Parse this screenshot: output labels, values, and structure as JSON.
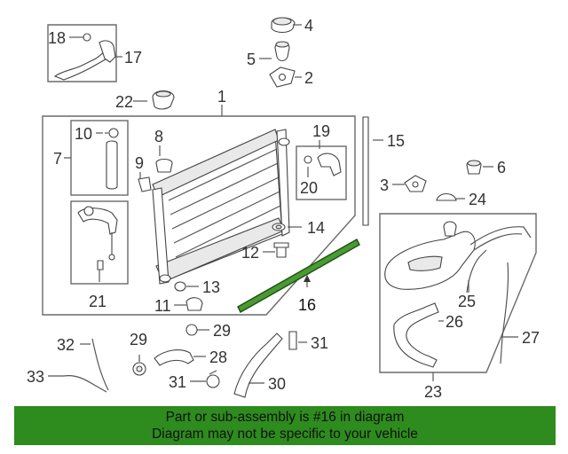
{
  "callouts": {
    "c1": "1",
    "c2": "2",
    "c3": "3",
    "c4": "4",
    "c5": "5",
    "c6": "6",
    "c7": "7",
    "c8": "8",
    "c9": "9",
    "c10": "10",
    "c11": "11",
    "c12": "12",
    "c13": "13",
    "c14": "14",
    "c15": "15",
    "c16": "16",
    "c17": "17",
    "c18": "18",
    "c19": "19",
    "c20": "20",
    "c21": "21",
    "c22": "22",
    "c23": "23",
    "c24": "24",
    "c25": "25",
    "c26": "26",
    "c27": "27",
    "c28": "28",
    "c29a": "29",
    "c29b": "29",
    "c30": "30",
    "c31a": "31",
    "c31b": "31",
    "c32": "32",
    "c33": "33"
  },
  "highlight": {
    "part_number": "16",
    "color": "#2e8b1e"
  },
  "banner": {
    "line1": "Part or sub-assembly is #16 in diagram",
    "line2": "Diagram may not be specific to your vehicle",
    "background": "#2e8b1e"
  }
}
